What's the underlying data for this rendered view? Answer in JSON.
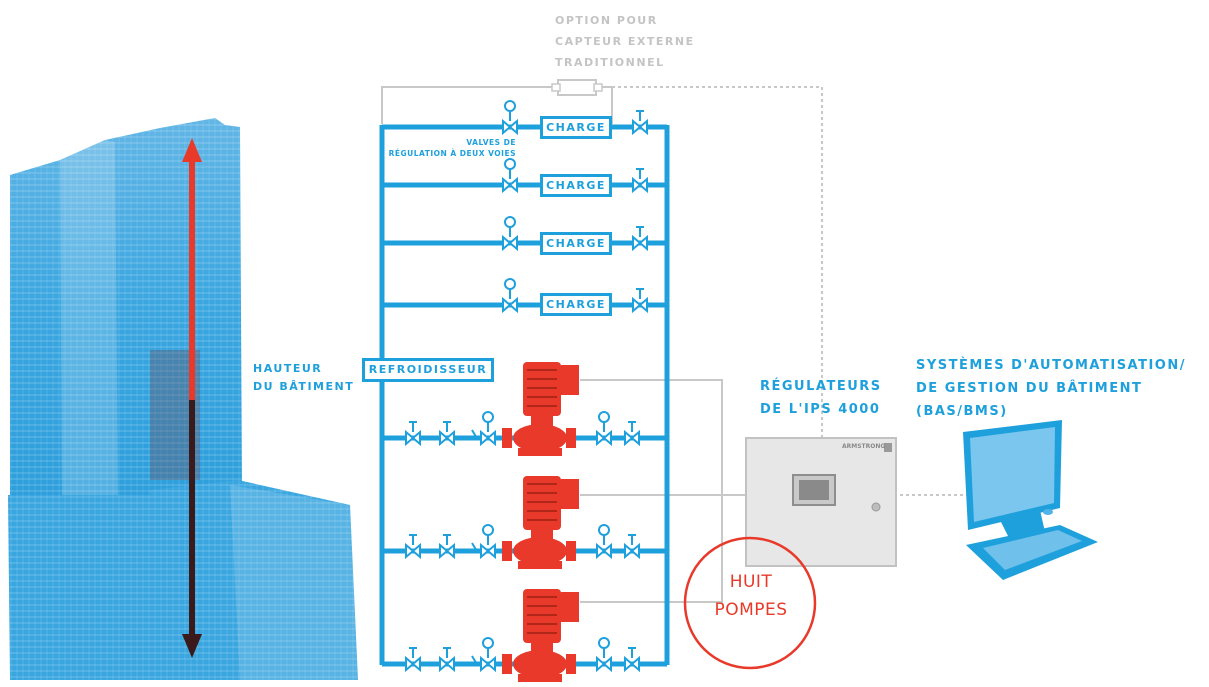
{
  "labels": {
    "sensor_option": [
      "OPTION POUR",
      "CAPTEUR EXTERNE",
      "TRADITIONNEL"
    ],
    "valves": [
      "VALVES DE",
      "RÉGULATION À DEUX VOIES"
    ],
    "load": "CHARGE",
    "chiller": "REFROIDISSEUR",
    "building_height": [
      "HAUTEUR",
      "DU BÂTIMENT"
    ],
    "controllers": [
      "RÉGULATEURS",
      "DE L'IPS 4000"
    ],
    "bas": [
      "SYSTÈMES D'AUTOMATISATION/",
      "DE GESTION DU BÂTIMENT",
      "(BAS/BMS)"
    ],
    "pumps": [
      "HUIT",
      "POMPES"
    ],
    "brand": "ARMSTRONG"
  },
  "colors": {
    "pipe": "#1ea0dc",
    "pump": "#e8392a",
    "arrow_top": "#e8392a",
    "arrow_bottom": "#3a1a1a",
    "building": "#3aa6e0",
    "grey_line": "#c8c8c8"
  }
}
